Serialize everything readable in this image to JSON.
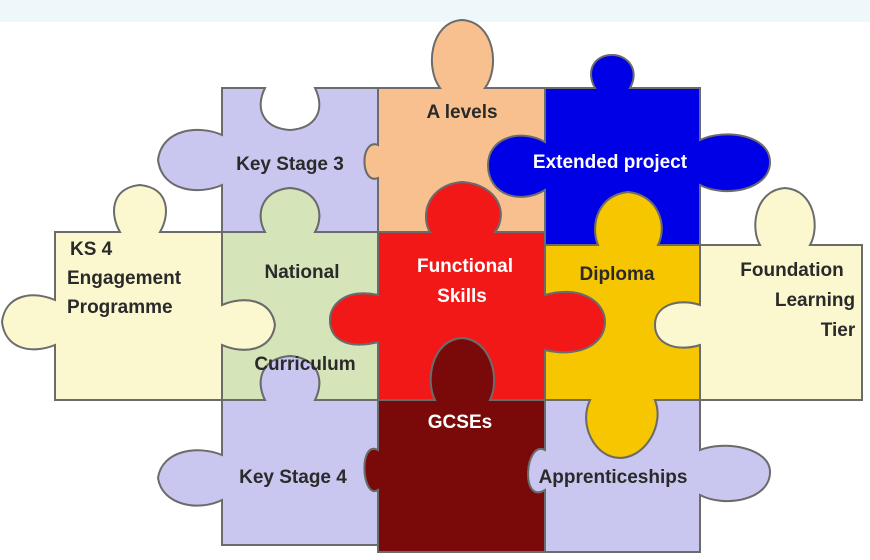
{
  "pieces": {
    "a_levels": {
      "label": "A levels",
      "color": "#f9c08f"
    },
    "key_stage_3": {
      "label": "Key Stage 3",
      "color": "#c9c7ef"
    },
    "extended_project": {
      "label": "Extended project",
      "color": "#0000e6"
    },
    "ks4_engagement": {
      "line1": "KS 4",
      "line2": "Engagement",
      "line3": "Programme",
      "color": "#fbf8d0"
    },
    "national_curriculum": {
      "top": "National",
      "bottom": "Curriculum",
      "color": "#d6e5b9"
    },
    "functional_skills": {
      "line1": "Functional",
      "line2": "Skills",
      "color": "#f21818"
    },
    "diploma": {
      "label": "Diploma",
      "color": "#f6c600"
    },
    "foundation_learning": {
      "line1": "Foundation",
      "line2": "Learning",
      "line3": "Tier",
      "color": "#fbf8d0"
    },
    "gcses": {
      "label": "GCSEs",
      "color": "#7a0a0a"
    },
    "key_stage_4": {
      "label": "Key Stage 4",
      "color": "#c9c7ef"
    },
    "apprenticeships": {
      "label": "Apprenticeships",
      "color": "#c9c7ef"
    }
  }
}
